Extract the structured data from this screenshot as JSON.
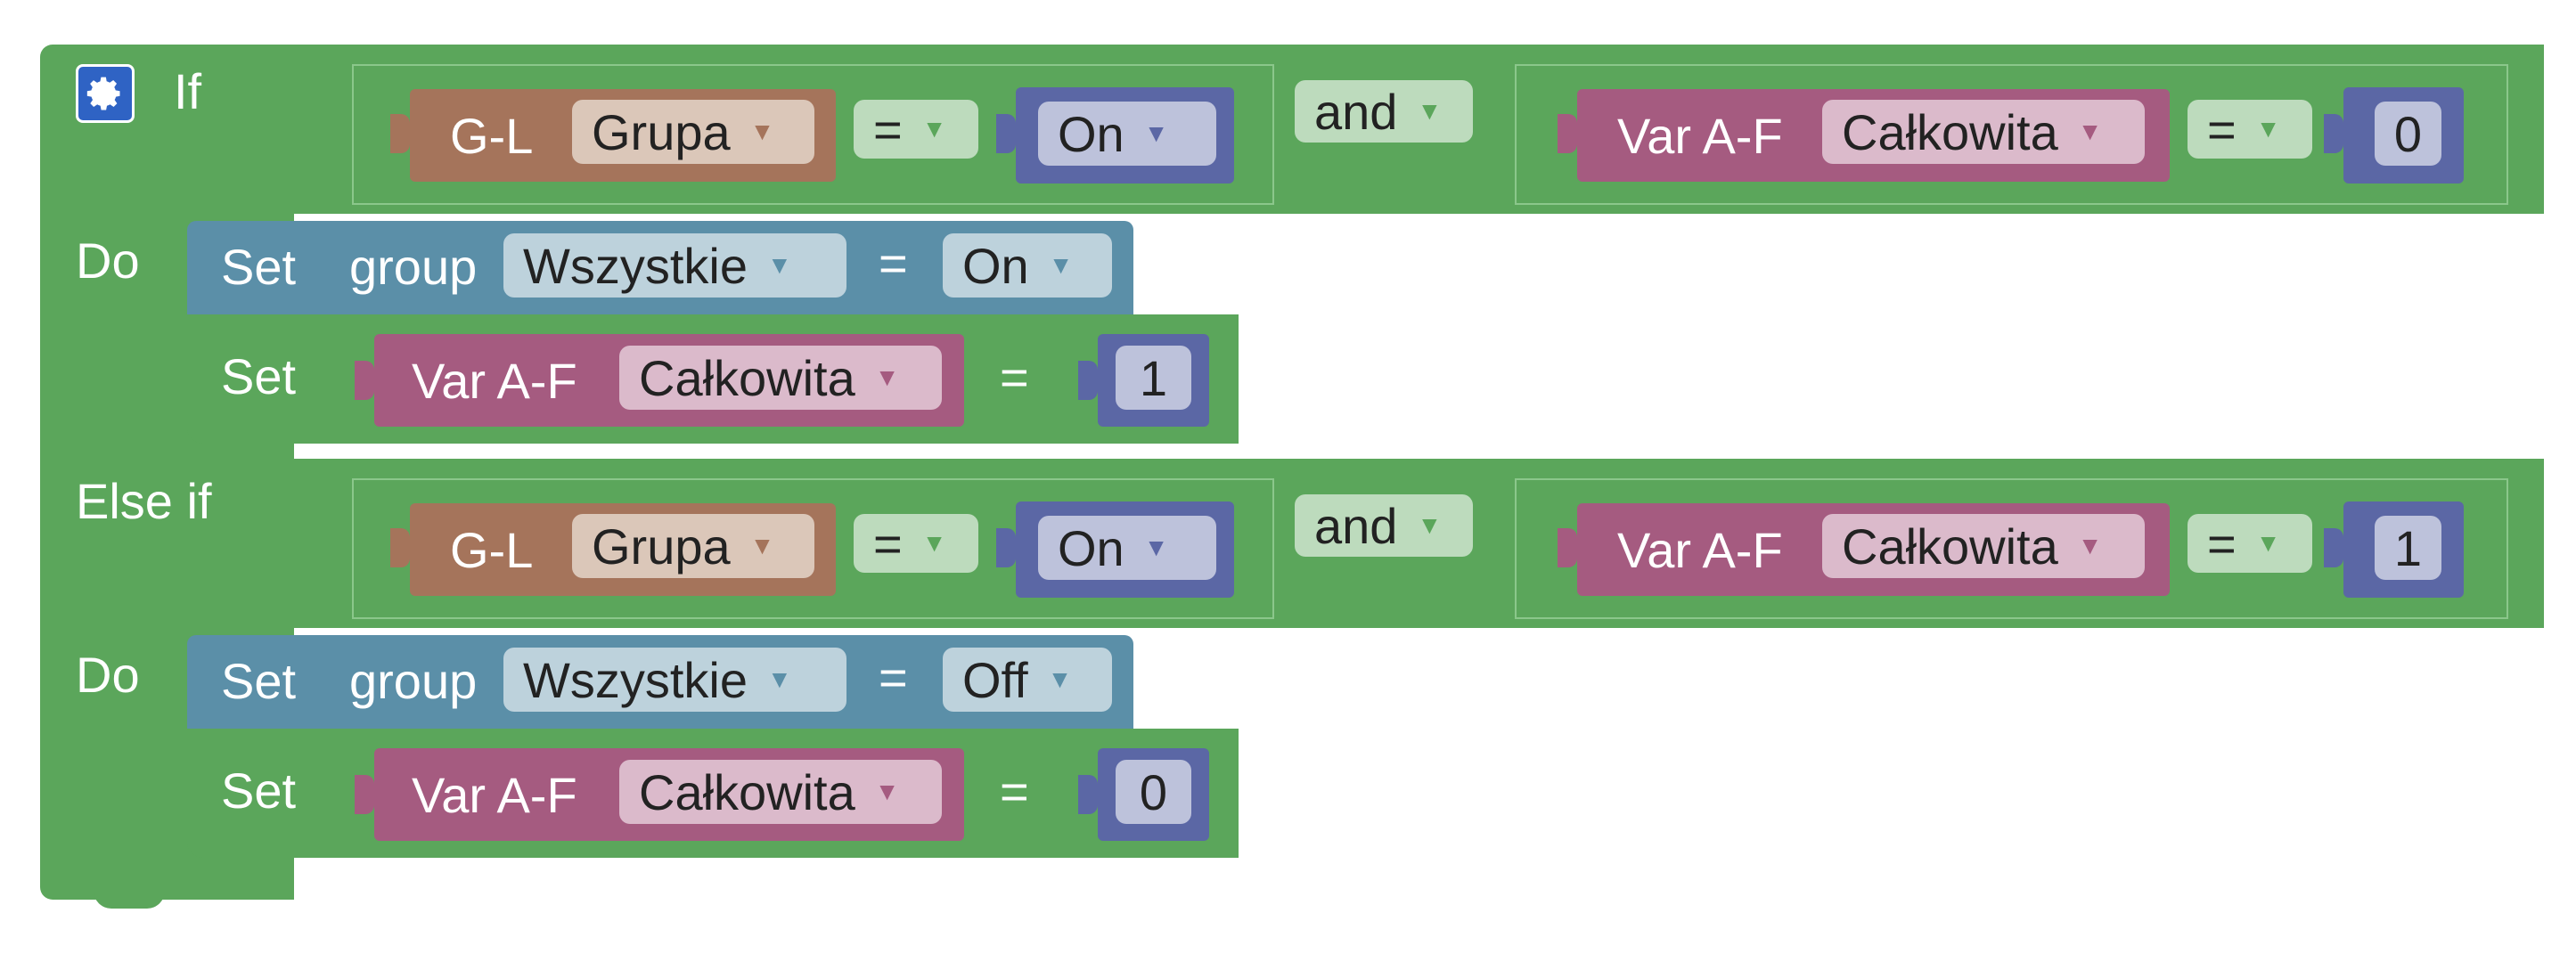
{
  "colors": {
    "logic": "#5ba65b",
    "set_group": "#5b8fa8",
    "group_input": "#a5745b",
    "variable": "#a55b80",
    "value": "#5b67a5"
  },
  "if_block": {
    "gear_icon": "gear-icon",
    "if_label": "If",
    "do_label": "Do",
    "else_if_label": "Else if"
  },
  "conditions": [
    {
      "group_prefix": "G-L",
      "group_name": "Grupa",
      "compare_op": "=",
      "state": "On",
      "logic_op": "and",
      "var_prefix": "Var A-F",
      "var_name": "Całkowita",
      "var_op": "=",
      "var_value": "0"
    },
    {
      "group_prefix": "G-L",
      "group_name": "Grupa",
      "compare_op": "=",
      "state": "On",
      "logic_op": "and",
      "var_prefix": "Var A-F",
      "var_name": "Całkowita",
      "var_op": "=",
      "var_value": "1"
    }
  ],
  "actions": [
    {
      "set_label": "Set",
      "group_label": "group",
      "group_name": "Wszystkie",
      "eq": "=",
      "state": "On",
      "var_set_label": "Set",
      "var_prefix": "Var A-F",
      "var_name": "Całkowita",
      "var_eq": "=",
      "var_value": "1"
    },
    {
      "set_label": "Set",
      "group_label": "group",
      "group_name": "Wszystkie",
      "eq": "=",
      "state": "Off",
      "var_set_label": "Set",
      "var_prefix": "Var A-F",
      "var_name": "Całkowita",
      "var_eq": "=",
      "var_value": "0"
    }
  ],
  "dropdown_arrow": "▼"
}
